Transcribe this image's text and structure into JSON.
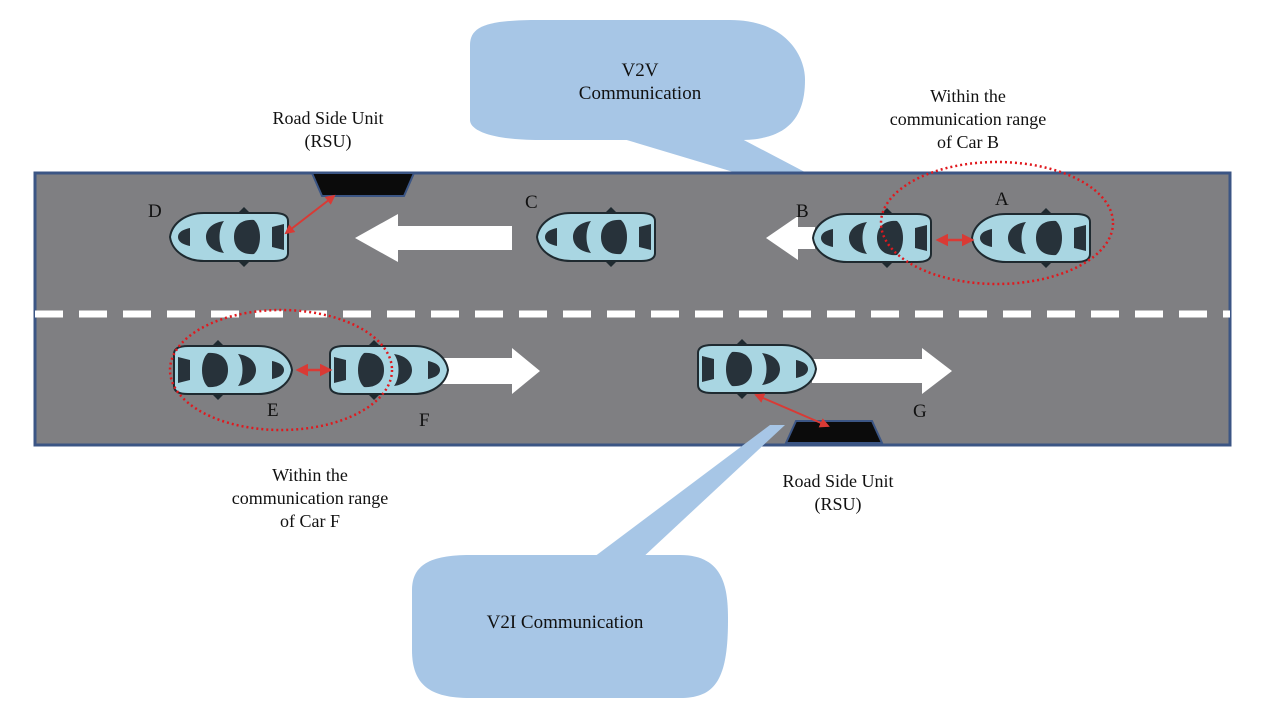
{
  "colors": {
    "road": "#7f7f82",
    "road_border": "#3b5584",
    "lane_marking": "#ffffff",
    "car_body": "#a9d6e2",
    "car_glass": "#27323a",
    "rsu": "#0b0b0b",
    "link_arrow": "#d93a35",
    "range_circle": "#e0191e",
    "callout": "#a7c6e6"
  },
  "callouts": {
    "v2v": "V2V\nCommunication",
    "v2i": "V2I Communication"
  },
  "labels": {
    "rsu_top": "Road Side Unit\n(RSU)",
    "rsu_bottom": "Road Side Unit\n(RSU)",
    "range_car_b": "Within the\ncommunication range\nof Car B",
    "range_car_f": "Within the\ncommunication range\nof Car F"
  },
  "cars": {
    "a": "A",
    "b": "B",
    "c": "C",
    "d": "D",
    "e": "E",
    "f": "F",
    "g": "G"
  },
  "icons": {
    "car": "car-icon",
    "rsu": "rsu-icon",
    "direction_arrow": "arrow-icon"
  }
}
